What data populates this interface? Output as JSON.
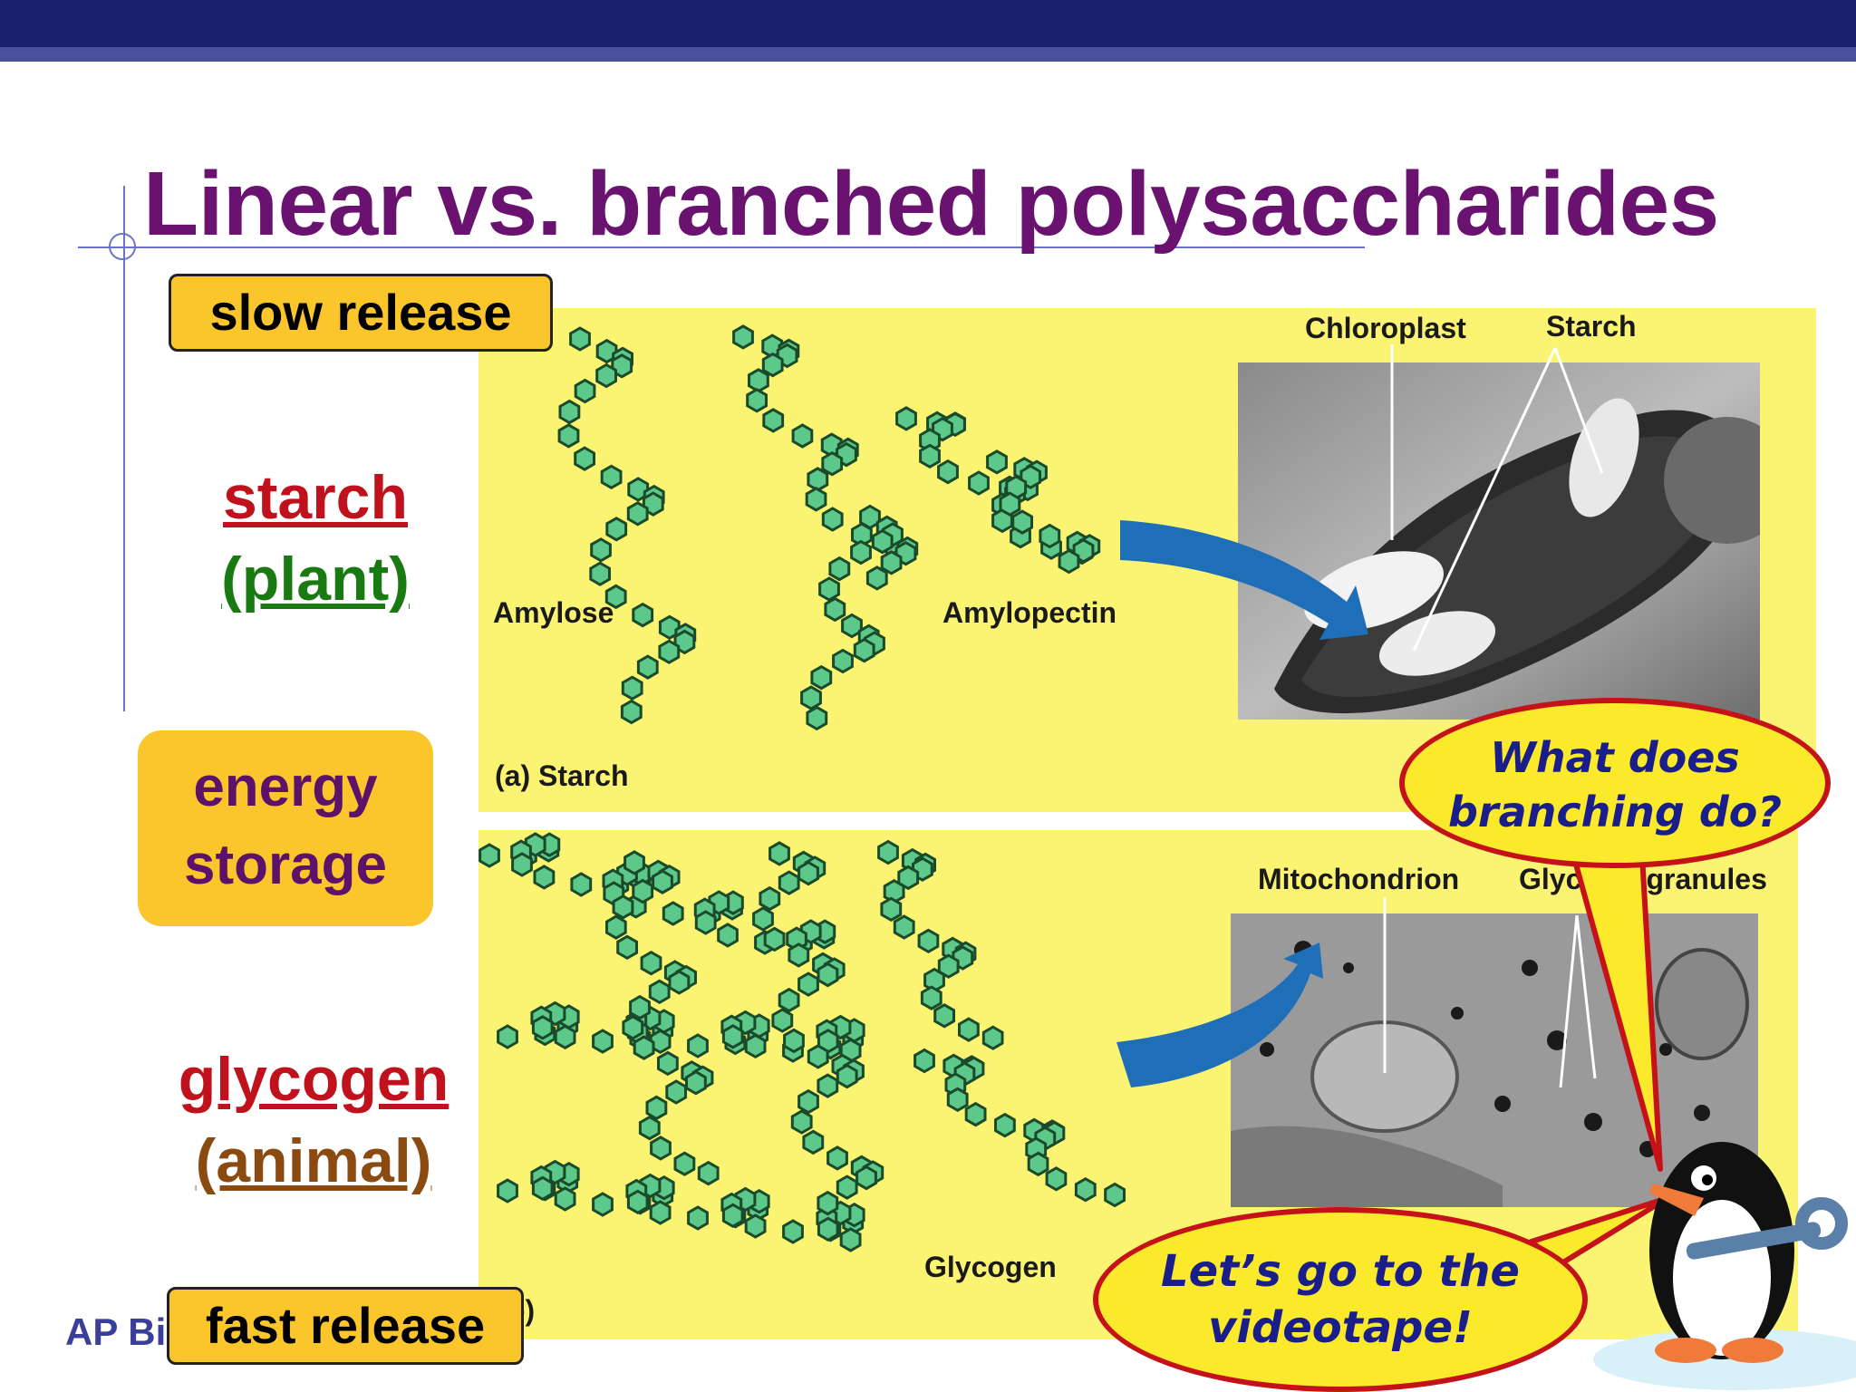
{
  "slide": {
    "title": "Linear vs. branched polysaccharides",
    "footer": "AP Bi"
  },
  "tags": {
    "slow": "slow release",
    "fast": "fast release",
    "energy_line1": "energy",
    "energy_line2": "storage"
  },
  "labels": {
    "starch": "starch",
    "plant": "(plant)",
    "glycogen": "glycogen",
    "animal": "(animal)"
  },
  "figure": {
    "amylose": "Amylose",
    "amylopectin": "Amylopectin",
    "starch_caption": "(a) Starch",
    "chloroplast": "Chloroplast",
    "starch": "Starch",
    "mitochondrion": "Mitochondrion",
    "glycogen_granules": "Glyc        granules",
    "glycogen": "Glycogen",
    "panel_b_caption": "b)"
  },
  "bubbles": {
    "question_line1": "What does",
    "question_line2": "branching do?",
    "video_line1": "Let’s go to the",
    "video_line2": "videotape!"
  },
  "colors": {
    "title": "#6a1270",
    "tag": "#fbc52c",
    "panel": "#fbf473",
    "sugar": "#5cc98a",
    "arrow": "#1f6fb8",
    "bubble": "#fbe92c",
    "bubble_border": "#c41218"
  }
}
